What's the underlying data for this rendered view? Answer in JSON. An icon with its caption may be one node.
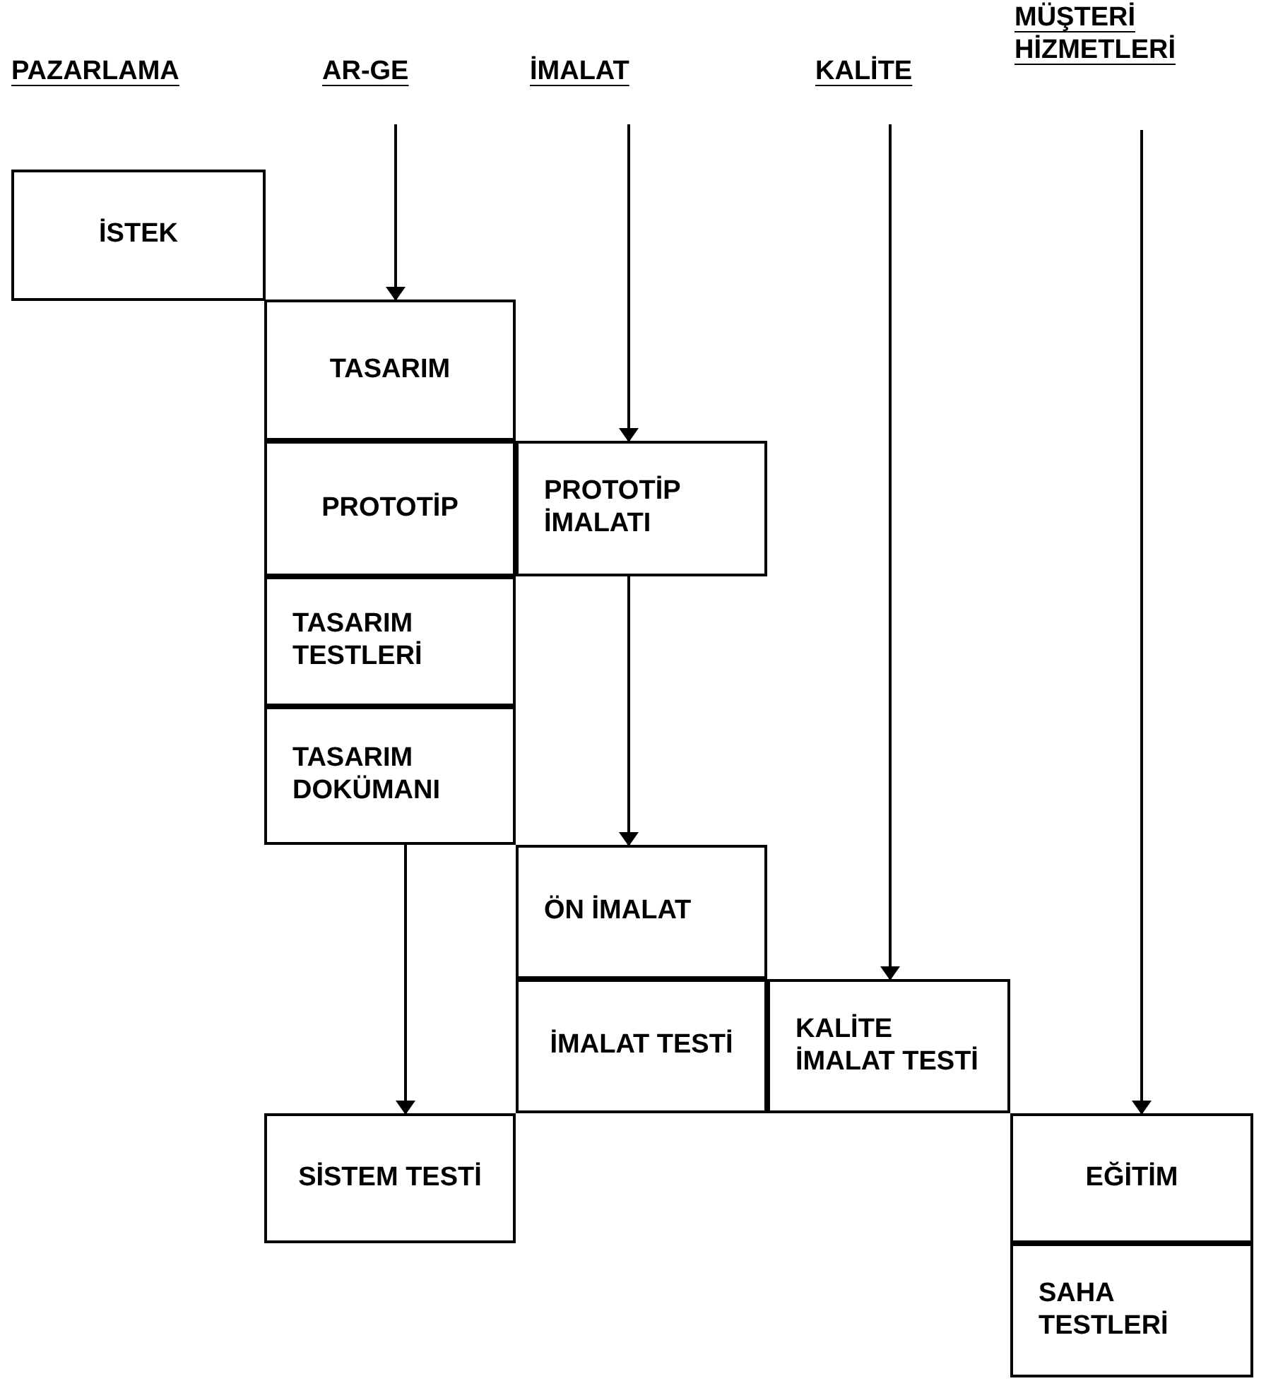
{
  "diagram": {
    "nodes": [
      {
        "text": [
          "İSTEK"
        ]
      },
      {
        "text": [
          "TASARIM"
        ]
      },
      {
        "text": [
          "PROTOTİP"
        ]
      },
      {
        "text": [
          "PROTOTİP İMALATI"
        ]
      },
      {
        "text": [
          "TASARIM TESTLERİ"
        ]
      },
      {
        "text": [
          "TASARIM DOKÜMANI"
        ]
      },
      {
        "text": [
          "ÖN İMALAT"
        ]
      },
      {
        "text": [
          "İMALAT TESTİ"
        ]
      },
      {
        "text": [
          "KALİTE İMALAT TESTİ"
        ]
      },
      {
        "text": [
          "SİSTEM TESTİ"
        ]
      },
      {
        "text": [
          "EĞİTİM"
        ]
      },
      {
        "text": [
          "SAHA TESTLERİ"
        ]
      }
    ],
    "edges": [
      {
        "from": null,
        "to": 1,
        "arrow": "to"
      },
      {
        "from": null,
        "to": 3,
        "arrow": "to"
      },
      {
        "from": 3,
        "to": 6,
        "arrow": "to"
      },
      {
        "from": null,
        "to": 8,
        "arrow": "to"
      },
      {
        "from": null,
        "to": 10,
        "arrow": "to"
      },
      {
        "from": 5,
        "to": 9,
        "arrow": "to"
      }
    ],
    "labels": [
      "PAZARLAMA",
      "AR-GE",
      "İMALAT",
      "KALİTE",
      "MÜŞTERİ HİZMETLERİ"
    ]
  }
}
